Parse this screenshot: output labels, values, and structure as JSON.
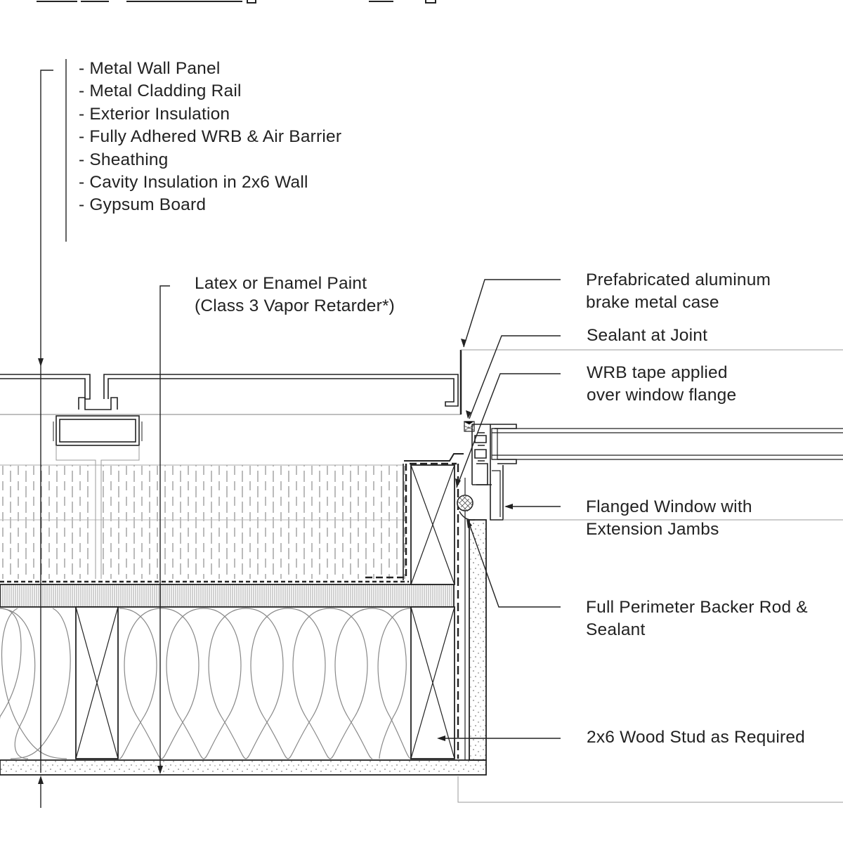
{
  "wall_layers": [
    "- Metal Wall Panel",
    "- Metal Cladding Rail",
    "- Exterior Insulation",
    "- Fully Adhered WRB & Air Barrier",
    "- Sheathing",
    "- Cavity Insulation in 2x6 Wall",
    "- Gypsum Board"
  ],
  "paint": {
    "line1": "Latex or Enamel Paint",
    "line2": "(Class 3 Vapor Retarder*)"
  },
  "case": {
    "line1": "Prefabricated aluminum",
    "line2": "brake metal case"
  },
  "sealant_joint": "Sealant at Joint",
  "wrb_tape": {
    "line1": "WRB tape applied",
    "line2": "over window flange"
  },
  "window": {
    "line1": "Flanged Window with",
    "line2": "Extension Jambs"
  },
  "backer_rod": {
    "line1": "Full Perimeter Backer Rod &",
    "line2": "Sealant"
  },
  "stud": "2x6 Wood Stud as Required"
}
